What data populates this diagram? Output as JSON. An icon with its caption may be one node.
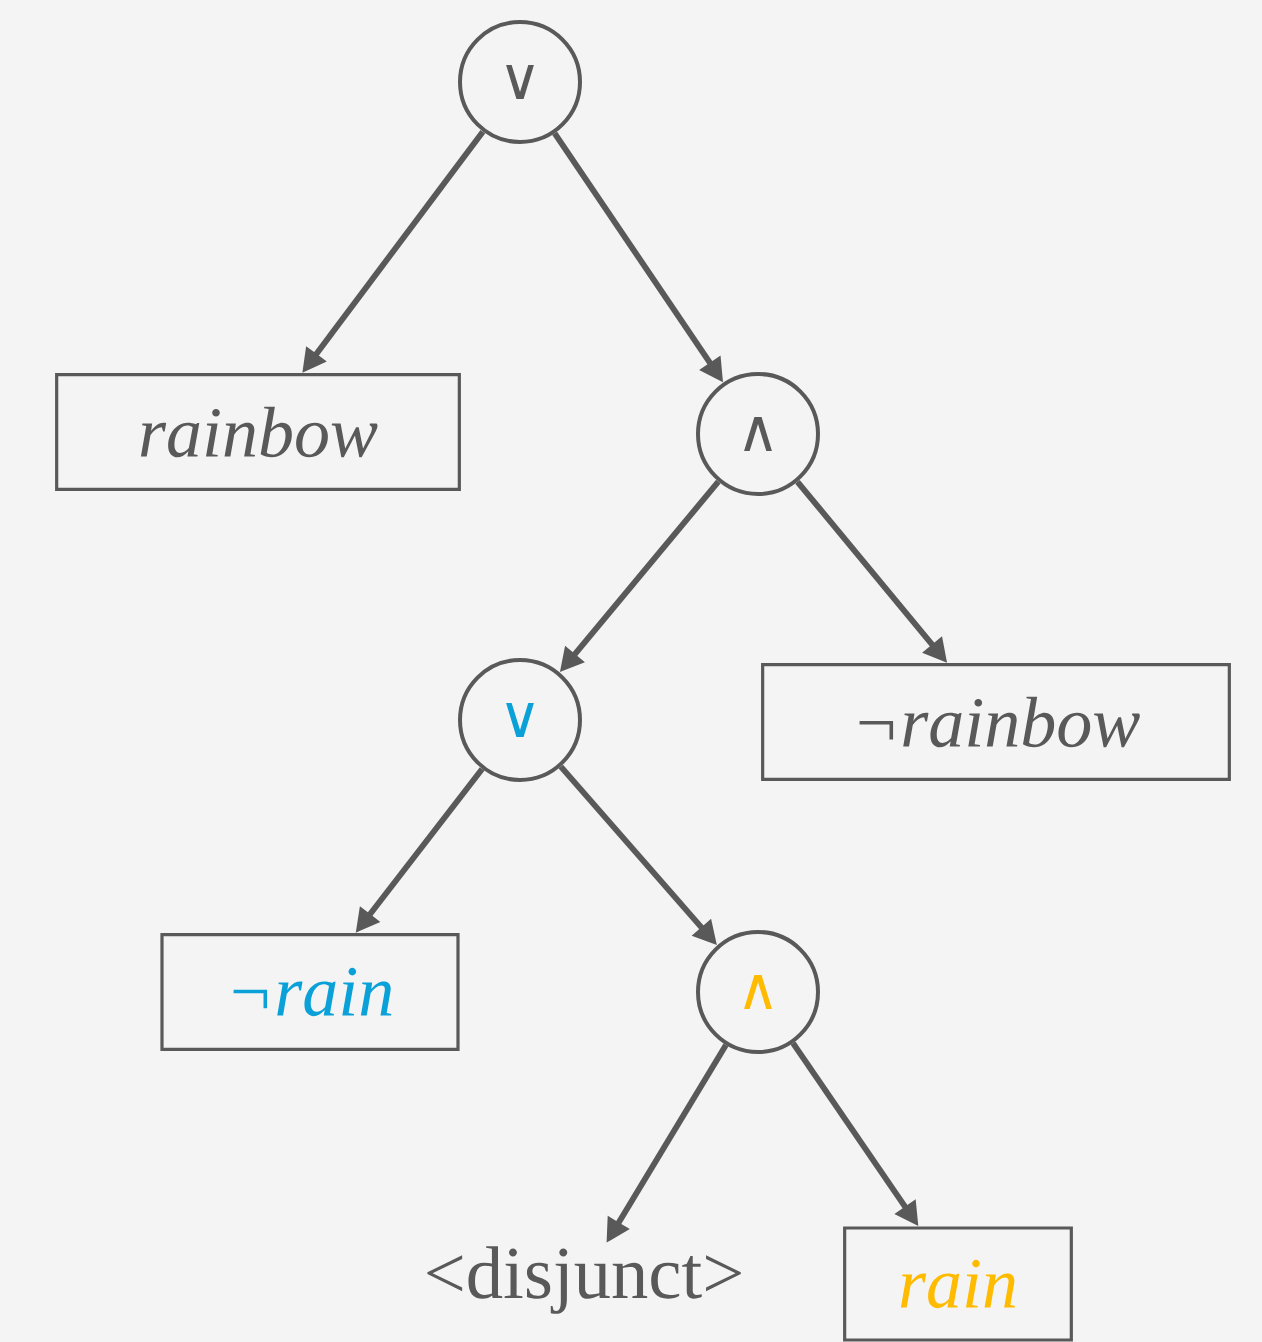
{
  "diagram": {
    "nodes": [
      {
        "text": [
          "∨"
        ]
      },
      {
        "text": [
          "rainbow"
        ]
      },
      {
        "text": [
          "∧"
        ]
      },
      {
        "text": [
          "¬rainbow"
        ]
      },
      {
        "text": [
          "∨"
        ]
      },
      {
        "text": [
          "¬rain"
        ]
      },
      {
        "text": [
          "∧"
        ]
      },
      {
        "text": [
          "<disjunct>"
        ]
      },
      {
        "text": [
          "rain"
        ]
      }
    ],
    "edges": [
      {
        "from": 0,
        "to": 1,
        "arrow": "to"
      },
      {
        "from": 0,
        "to": 2,
        "arrow": "to"
      },
      {
        "from": 2,
        "to": 4,
        "arrow": "to"
      },
      {
        "from": 2,
        "to": 3,
        "arrow": "to"
      },
      {
        "from": 4,
        "to": 5,
        "arrow": "to"
      },
      {
        "from": 4,
        "to": 6,
        "arrow": "to"
      },
      {
        "from": 6,
        "to": 7,
        "arrow": "to"
      },
      {
        "from": 6,
        "to": 8,
        "arrow": "to"
      }
    ]
  }
}
